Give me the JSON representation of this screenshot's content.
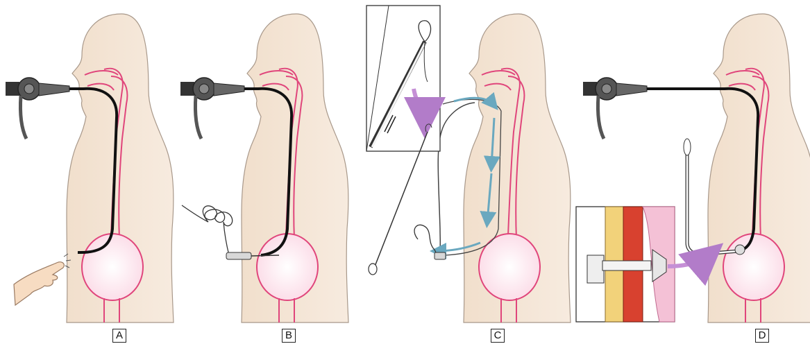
{
  "panels": [
    {
      "label": "A"
    },
    {
      "label": "B"
    },
    {
      "label": "C"
    },
    {
      "label": "D"
    }
  ],
  "colors": {
    "skin": "#f5e6d6",
    "skin_outline": "#9a8a7c",
    "mucosa": "#e0457b",
    "mucosa_fill": "#fde7ef",
    "scope": "#111111",
    "arrow": "#6aa8bf",
    "inset_arrow": "#c58fd6",
    "hand": "#f7dcc2"
  }
}
